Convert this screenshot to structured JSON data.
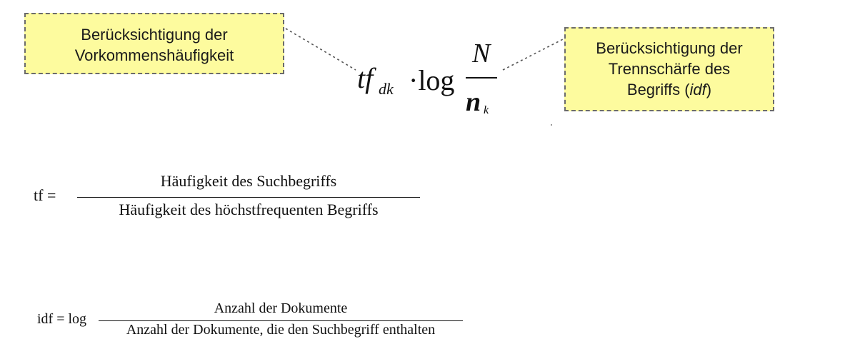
{
  "callouts": {
    "left": {
      "line1": "Berücksichtigung der",
      "line2": "Vorkommenshäufigkeit"
    },
    "right": {
      "line1": "Berücksichtigung der",
      "line2": "Trennschärfe des",
      "line3_prefix": "Begriffs (",
      "line3_italic": "idf",
      "line3_suffix": ")"
    }
  },
  "main_formula": {
    "tf": "tf",
    "tf_subscript": "dk",
    "dot_log": "·log",
    "numerator": "N",
    "denominator": "n",
    "denominator_subscript": "k"
  },
  "tf_definition": {
    "lhs": "tf =",
    "numerator": "Häufigkeit des Suchbegriffs",
    "denominator": "Häufigkeit des höchstfrequenten Begriffs"
  },
  "idf_definition": {
    "lhs": "idf = log",
    "numerator": "Anzahl der Dokumente",
    "denominator": "Anzahl der Dokumente, die den Suchbegriff enthalten"
  },
  "colors": {
    "callout_fill": "#fdfb9e",
    "callout_border": "#6b6b6b",
    "text": "#111111"
  }
}
